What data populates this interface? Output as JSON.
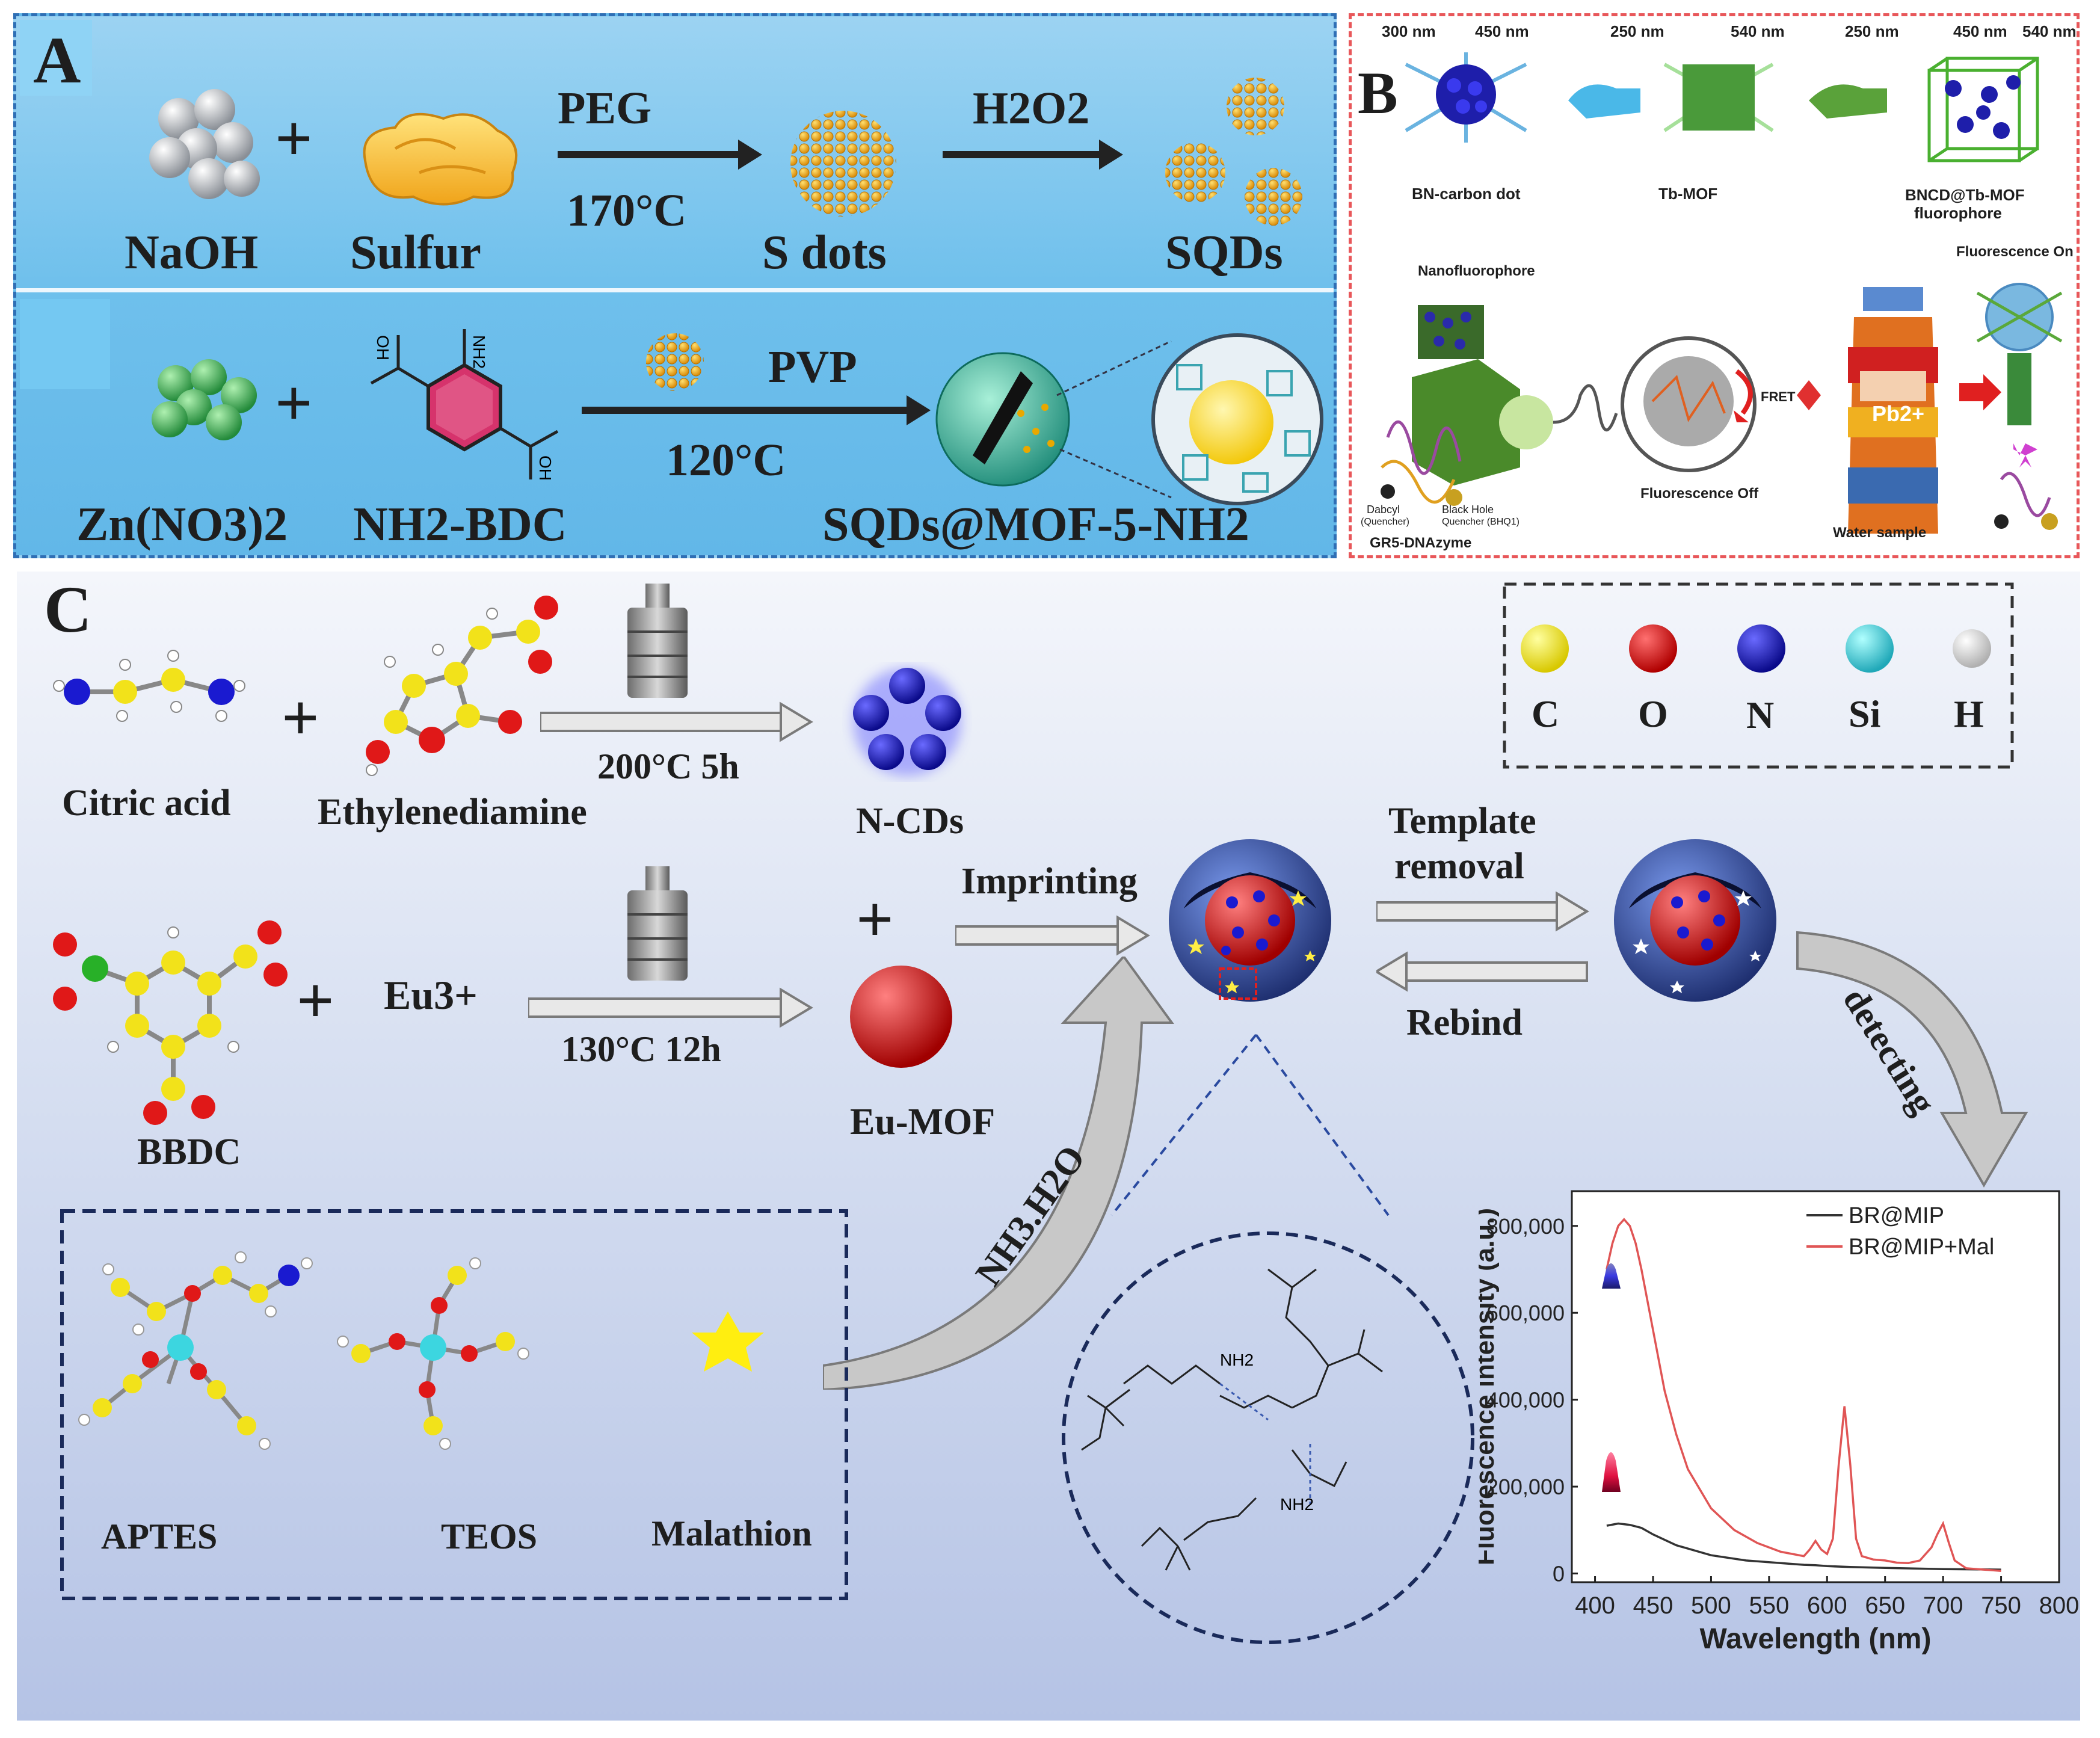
{
  "panelA": {
    "label": "A",
    "row1": {
      "reactant1": "NaOH",
      "plus": "+",
      "reactant2": "Sulfur",
      "arrow1_top": "PEG",
      "arrow1_bottom": "170°C",
      "product1": "S dots",
      "arrow2_top": "H2O2",
      "product2": "SQDs"
    },
    "row2": {
      "reactant1": "Zn(NO3)2",
      "plus": "+",
      "reactant2": "NH2-BDC",
      "nh2_tag": "NH2",
      "oh_tag1": "OH",
      "oh_tag2": "OH",
      "arrow_top": "PVP",
      "arrow_bottom": "120°C",
      "product": "SQDs@MOF-5-NH2"
    }
  },
  "panelB": {
    "label": "B",
    "wavelengths": [
      "300 nm",
      "450 nm",
      "250 nm",
      "540 nm",
      "250 nm",
      "450 nm",
      "540 nm"
    ],
    "bn_carbon_dot": "BN-carbon dot",
    "tb_mof": "Tb-MOF",
    "bncd_mof": "BNCD@Tb-MOF",
    "fluorophore": "fluorophore",
    "nanofluorophore": "Nanofluorophore",
    "fluorescence_on": "Fluorescence On",
    "fret": "FRET",
    "ion": "Pb2+",
    "dabcyl": "Dabcyl",
    "dabcyl_sub": "(Quencher)",
    "bhq": "Black Hole",
    "bhq_sub": "Quencher (BHQ1)",
    "fluorescence_off": "Fluorescence Off",
    "water_sample": "Water sample",
    "dnazyme": "GR5-DNAzyme"
  },
  "panelC": {
    "label": "C",
    "citric_acid": "Citric acid",
    "plus": "+",
    "ethylenediamine": "Ethylenediamine",
    "cond1": "200°C 5h",
    "ncds": "N-CDs",
    "bbdc": "BBDC",
    "eu": "Eu3+",
    "cond2": "130°C 12h",
    "eumof": "Eu-MOF",
    "imprinting": "Imprinting",
    "template_removal_1": "Template",
    "template_removal_2": "removal",
    "rebind": "Rebind",
    "detecting": "detecting",
    "nh3h2o": "NH3.H2O",
    "legend": [
      "C",
      "O",
      "N",
      "Si",
      "H"
    ],
    "legend_colors": [
      "#f2e21a",
      "#e01818",
      "#1a1ad0",
      "#3cd6e0",
      "#f2f2f2"
    ],
    "aptes": "APTES",
    "teos": "TEOS",
    "malathion": "Malathion",
    "nh2_a": "NH2",
    "nh2_b": "NH2"
  },
  "chart_data": {
    "type": "line",
    "xlabel": "Wavelength (nm)",
    "ylabel": "Fluorescence intensity (a.u.)",
    "xlim": [
      380,
      800
    ],
    "ylim": [
      -20000,
      880000
    ],
    "xticks": [
      400,
      450,
      500,
      550,
      600,
      650,
      700,
      750,
      800
    ],
    "yticks": [
      0,
      200000,
      400000,
      600000,
      800000
    ],
    "ytick_labels": [
      "0",
      "200,000",
      "400,000",
      "600,000",
      "800,000"
    ],
    "legend_position": "top-right",
    "series": [
      {
        "name": "BR@MIP",
        "color": "#333333",
        "x": [
          410,
          420,
          430,
          440,
          450,
          470,
          500,
          530,
          560,
          580,
          590,
          600,
          620,
          650,
          700,
          750
        ],
        "y": [
          110000,
          115000,
          112000,
          105000,
          90000,
          65000,
          42000,
          30000,
          24000,
          20000,
          19000,
          17000,
          15000,
          13000,
          10000,
          9000
        ]
      },
      {
        "name": "BR@MIP+Mal",
        "color": "#e05555",
        "x": [
          410,
          415,
          420,
          425,
          430,
          435,
          440,
          450,
          460,
          470,
          480,
          500,
          520,
          540,
          560,
          580,
          585,
          590,
          595,
          600,
          605,
          610,
          615,
          620,
          625,
          630,
          640,
          650,
          660,
          670,
          680,
          690,
          695,
          700,
          705,
          710,
          720,
          740,
          750
        ],
        "y": [
          700000,
          760000,
          800000,
          815000,
          800000,
          760000,
          700000,
          560000,
          420000,
          320000,
          240000,
          150000,
          100000,
          70000,
          50000,
          40000,
          55000,
          75000,
          55000,
          45000,
          80000,
          250000,
          385000,
          250000,
          80000,
          40000,
          32000,
          30000,
          25000,
          24000,
          30000,
          60000,
          90000,
          115000,
          70000,
          30000,
          12000,
          8000,
          6000
        ]
      }
    ]
  }
}
